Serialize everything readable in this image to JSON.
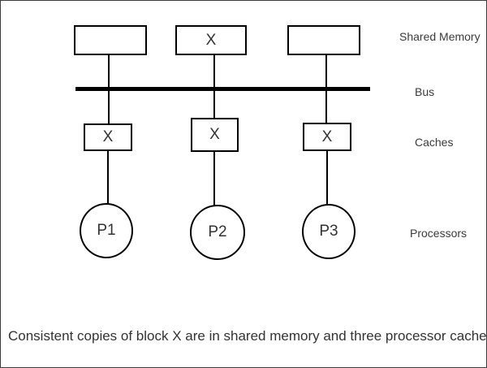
{
  "diagram": {
    "memories": [
      {
        "label": ""
      },
      {
        "label": "X"
      },
      {
        "label": ""
      }
    ],
    "caches": [
      {
        "label": "X"
      },
      {
        "label": "X"
      },
      {
        "label": "X"
      }
    ],
    "processors": [
      {
        "label": "P1"
      },
      {
        "label": "P2"
      },
      {
        "label": "P3"
      }
    ],
    "side_labels": {
      "shared_memory": "Shared Memory",
      "bus": "Bus",
      "caches": "Caches",
      "processors": "Processors"
    },
    "caption": "Consistent copies of block X are in shared memory and three processor caches",
    "colors": {
      "line": "#000000",
      "text": "#333333",
      "background": "#ffffff"
    }
  }
}
